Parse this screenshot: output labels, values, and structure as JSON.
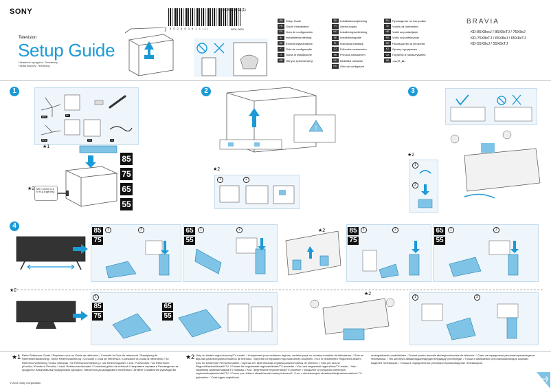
{
  "header": {
    "brand": "SONY",
    "doc_type": "Television",
    "title": "Setup Guide",
    "model_label_ru": "Название продукта: Телевизор",
    "model_label_uk": "Назва виробу: Телевізор",
    "part_number": "5-026-936-11(1)",
    "barcode_number": "5 0 2 6 9 3 6 1 1  (1)",
    "print_code": "0001-0001",
    "bravia": "BRAVIA",
    "models": [
      "KD-85X8xxJ / 85X8xTJ / 75X8xJ",
      "KD-75X8xTJ / 65X8xJ / 65X8xTJ",
      "KD-55X8xJ / 55X8xTJ"
    ]
  },
  "languages": {
    "col1": [
      {
        "code": "GB",
        "name": "Setup Guide"
      },
      {
        "code": "FR",
        "name": "Guide d'installation"
      },
      {
        "code": "ES",
        "name": "Guía de configuración"
      },
      {
        "code": "NL",
        "name": "Installatiehandleiding"
      },
      {
        "code": "DE",
        "name": "Einrichtungshandbuch"
      },
      {
        "code": "PT",
        "name": "Guia de configuração"
      },
      {
        "code": "IT",
        "name": "Guida di installazione"
      },
      {
        "code": "GR",
        "name": "Οδηγός εγκατάστασης"
      }
    ],
    "col2": [
      {
        "code": "DK",
        "name": "Installationsvejledning"
      },
      {
        "code": "FI",
        "name": "Asennusopas"
      },
      {
        "code": "NO",
        "name": "Installeringsveiledning"
      },
      {
        "code": "SE",
        "name": "Installationsguide"
      },
      {
        "code": "PL",
        "name": "Instrukcja instalacji"
      },
      {
        "code": "CZ",
        "name": "Průvodce nastavením"
      },
      {
        "code": "SK",
        "name": "Príručka nastavením"
      },
      {
        "code": "HU",
        "name": "Beállítási útmutató"
      },
      {
        "code": "RO",
        "name": "Ghid de configurare"
      }
    ],
    "col3": [
      {
        "code": "RU",
        "name": "Руководство по настройке"
      },
      {
        "code": "SI",
        "name": "Vodnik za namestitev"
      },
      {
        "code": "HR",
        "name": "Vodič za postavljanje"
      },
      {
        "code": "RS",
        "name": "Vodič za podešavanje"
      },
      {
        "code": "BG",
        "name": "Ръководство за употреба"
      },
      {
        "code": "KZ",
        "name": "Орнату нұсқаулығы"
      },
      {
        "code": "UA",
        "name": "Посібник із налаштування"
      },
      {
        "code": "AR",
        "name": "دليل الإعداد"
      }
    ]
  },
  "steps": {
    "s1": "1",
    "s2": "2",
    "s3": "3",
    "s4": "4"
  },
  "parts": {
    "labels": [
      "SR1",
      "BK",
      "SR2",
      "VS",
      "CL"
    ],
    "star1": "★1",
    "star2": "★2",
    "screw_spec": "M5 x 16 mm (1.5 N·m {15 kgf·cm})"
  },
  "sizes": {
    "s85": "85",
    "s75": "75",
    "s65": "65",
    "s55": "55"
  },
  "step_circles": {
    "c1": "1",
    "c2": "2"
  },
  "footer": {
    "star1": "★1",
    "star2": "★2",
    "col1": "Refer Reference Guide / Reportez-vous au Guide de référence / Consulte la Guía de referencia / Raadpleeg de Referentiehandleiding / Siehe Referenzanleitung / Consulte o Guia de referência / Consultare la Guida di riferimento / Se Referencevejledning / Katso viiteopas / Se Referanseveiledning / Läs Referensguiden / Zob. Przewodnik / Viz Referenční příručka / Pozrite si Príručku / Lásd: Referencia útmutató / Consultați ghidul de referință / Направете справка в Ръководство за продукта / Анықтамалық нұсқаулықты қараңыз / Зверніться до довідкового посібника / Читайте Справочное руководство",
    "col2": "Only on limited region/country/TV model. / Uniquement pour certaines régions, certains pays ou certains modèles de téléviseurs. / Solo en algunas países/regiones/modelos de televisor. / Beperkt tot bepaalde regio's/landen/tv-modellen. / Nur in bestimmten Regionen/Ländern bzw. für bestimmte Fernsehmodelle. / Apenas em determinadas regiões/países/modelos de televisor. / Solo per alcune Regioni/Nazioni/Modelli TV. / Endast för begränsade regioner/länder/TV-modeller. / Kun ved begrænset region/land/TV-model. / Vain rajoitetulla alueella/maassa/TV-mallissa. / Kun i begrensede regioner/land/TV-modeller. / Wyłącznie w przypadku niektórych regionów/krajów/modeli TV. / Pouze pro některé oblasti/země/modely televizorů. / Len v obmedzených oblastiach/krajinách/modeloch TV prijímačov. / Csak egyes régiókban/",
    "col3": "országokban/tv-modellekben. / Numai pentru anumite țări/regiuni/modele de televizor. / Само за определени региони/страни/модели телевизори. / Тек шектеулі аймақтарда/елдерде/теледидар үлгілерінде. / Тільки в обмежених регіонах/країнах/для окремих моделей телевізорів. / Только в определенных регионах/странах/моделях телевизоров.",
    "copyright": "© 2021 Sony Corporation"
  }
}
